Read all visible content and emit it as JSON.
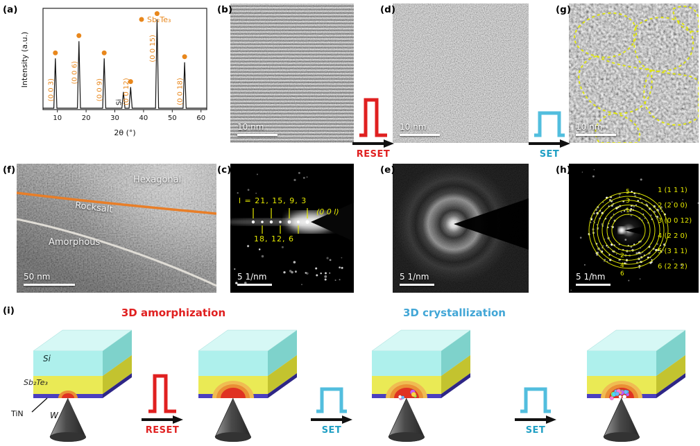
{
  "colors": {
    "accent_orange": "#e8871c",
    "reset_red": "#e02020",
    "set_blue": "#52bede",
    "annotation_yellow": "#e6ea00",
    "si_layer": "#aef0ec",
    "sbte_layer": "#eaea55",
    "tin_layer": "#4a3fbf",
    "tungsten_gray": "#4a4a4a",
    "melt_core": "#e03222",
    "melt_rim": "#ea8f35",
    "melt_halo": "#f0bc52",
    "crystallite_palette": [
      "#ff7ad9",
      "#6cb8ff",
      "#8dff5a",
      "#ffffff",
      "#c85aff",
      "#ffd24a",
      "#4adcff"
    ]
  },
  "arrows": {
    "reset_label": "RESET",
    "set_label": "SET"
  },
  "panels": {
    "a": {
      "label": "(a)"
    },
    "b": {
      "label": "(b)",
      "scale": "10 nm"
    },
    "c": {
      "label": "(c)",
      "scale": "5 1/nm",
      "l_series_label": "l = 21, 15, 9,  3",
      "zone_label": "(0 0 l)",
      "l_series_lower": "18, 12, 6"
    },
    "d": {
      "label": "(d)",
      "scale": "10 nm"
    },
    "e": {
      "label": "(e)",
      "scale": "5 1/nm"
    },
    "f": {
      "label": "(f)",
      "scale": "50 nm",
      "regions": [
        "Hexagonal",
        "Rocksalt",
        "Amorphous"
      ]
    },
    "g": {
      "label": "(g)",
      "scale": "10 nm"
    },
    "h": {
      "label": "(h)",
      "scale": "5 1/nm",
      "rings": [
        "1 (1 1 1)",
        "2 (2 0 0)",
        "3 (0 0 12)",
        "4 (2 2 0)",
        "5 (3 1 1)",
        "6 (2 2 2)"
      ],
      "ring_numbers": [
        "1",
        "2",
        "3",
        "4",
        "5",
        "6"
      ]
    },
    "i": {
      "label": "(i)",
      "title_amorphization": "3D amorphization",
      "title_crystallization": "3D crystallization",
      "layer_labels": {
        "si": "Si",
        "sbte": "Sb₂Te₃",
        "tin": "TiN",
        "tungsten": "W"
      },
      "stacks": [
        {
          "name": "initial crystalline cell",
          "dome": "small",
          "crystallites": 0
        },
        {
          "name": "after RESET amorphous dome",
          "dome": "large",
          "crystallites": 0
        },
        {
          "name": "partial SET nucleation",
          "dome": "large",
          "crystallites": 6
        },
        {
          "name": "after SET recrystallized",
          "dome": "large",
          "crystallites": 16
        }
      ]
    }
  },
  "chart_data": {
    "type": "line",
    "title": "",
    "xlabel": "2θ (°)",
    "ylabel": "Intensity (a.u.)",
    "xlim": [
      5,
      62
    ],
    "ylim": [
      0,
      1.05
    ],
    "xticks": [
      10,
      20,
      30,
      40,
      50,
      60
    ],
    "grid": false,
    "legend": [
      {
        "marker": "dot",
        "label": "Sb₂Te₃"
      }
    ],
    "series": [
      {
        "name": "Sb₂Te₃ film XRD",
        "peaks": [
          {
            "two_theta": 9.3,
            "intensity": 0.52,
            "hkl": "(0 0 3)",
            "phase": "Sb2Te3"
          },
          {
            "two_theta": 17.5,
            "intensity": 0.7,
            "hkl": "(0 0 6)",
            "phase": "Sb2Te3"
          },
          {
            "two_theta": 26.3,
            "intensity": 0.52,
            "hkl": "(0 0 9)",
            "phase": "Sb2Te3"
          },
          {
            "two_theta": 33.0,
            "intensity": 0.17,
            "hkl": "Si",
            "phase": "substrate"
          },
          {
            "two_theta": 35.5,
            "intensity": 0.22,
            "hkl": "(0 0 12)",
            "phase": "Sb2Te3"
          },
          {
            "two_theta": 44.7,
            "intensity": 0.93,
            "hkl": "(0 0 15)",
            "phase": "Sb2Te3"
          },
          {
            "two_theta": 54.3,
            "intensity": 0.48,
            "hkl": "(0 0 18)",
            "phase": "Sb2Te3"
          }
        ]
      }
    ]
  }
}
